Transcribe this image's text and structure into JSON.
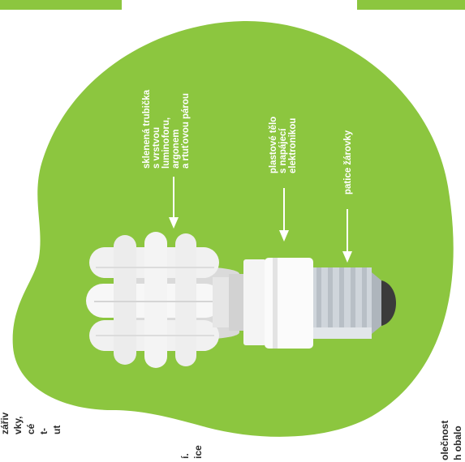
{
  "colors": {
    "green": "#8cc63f",
    "white": "#ffffff",
    "tube": "#f1f1f1",
    "tube_shadow": "#d5d5d5",
    "base": "#cfd5db",
    "tip": "#3b3b3b",
    "text": "#2a2a2a"
  },
  "labels": {
    "tube": [
      "sklenená trubička",
      "s vrstvou",
      "luminoforu,",
      "argonem",
      "a rtuťovou párou"
    ],
    "body": [
      "plastové tělo",
      "s napájecí",
      "elektronikou"
    ],
    "base": [
      "patice žárovky"
    ]
  },
  "page_text": {
    "left_upper": [
      "zářiv",
      "vky,",
      "cé",
      "t-",
      "ut"
    ],
    "left_lower": [
      "í.",
      "ice"
    ],
    "right_bottom": [
      "olečnost",
      "h obalo"
    ]
  }
}
